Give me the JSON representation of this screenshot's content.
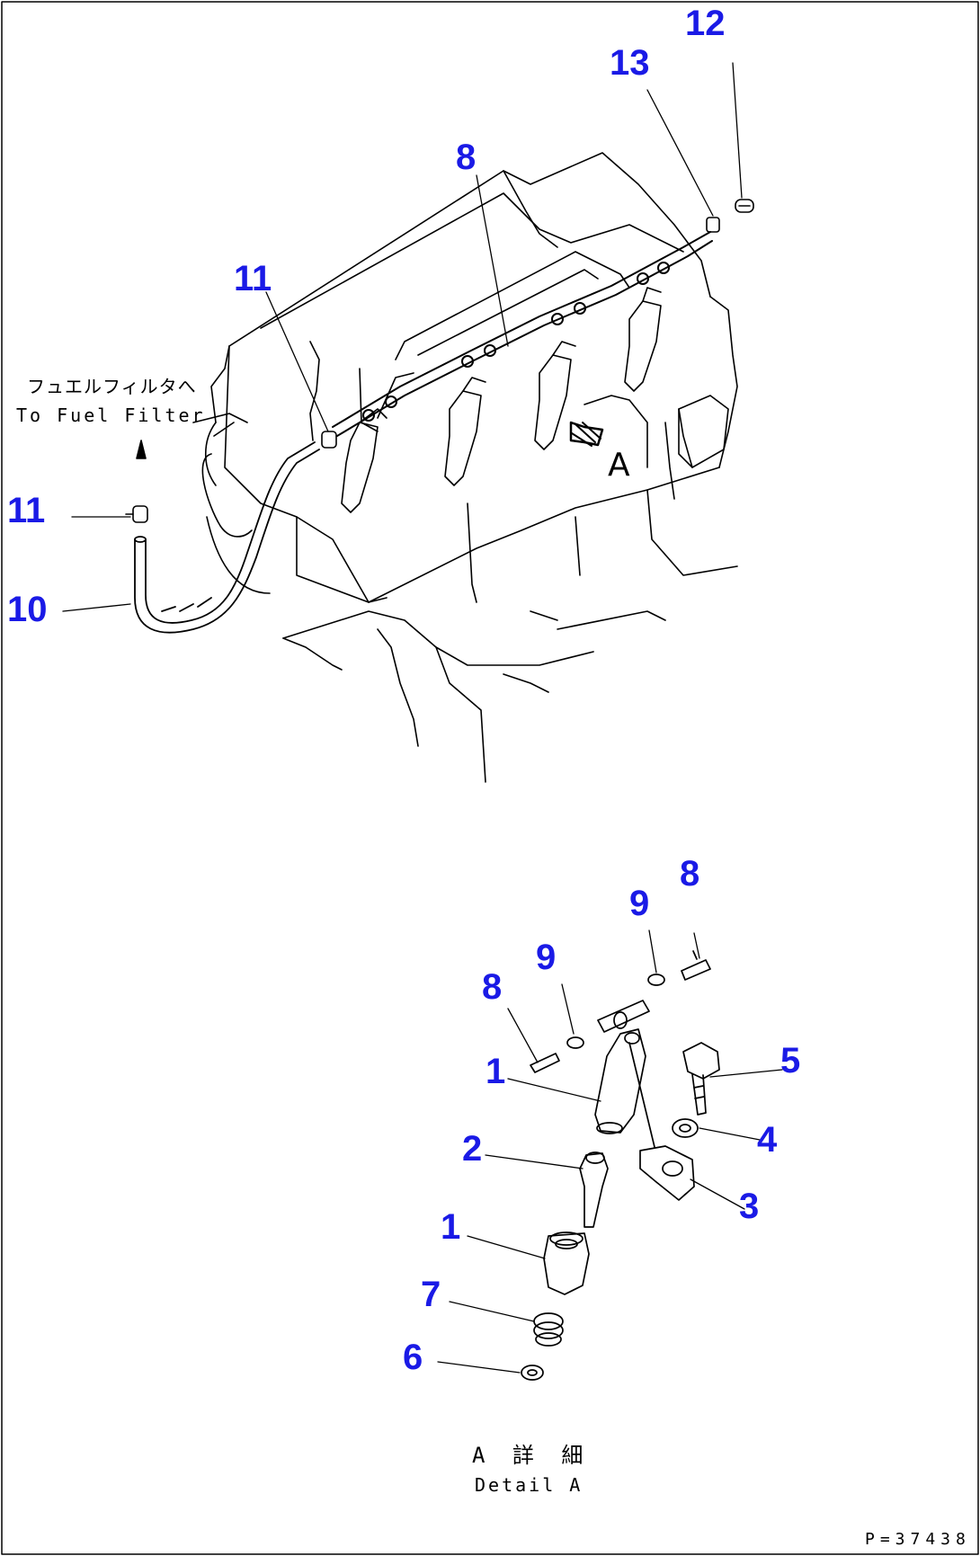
{
  "callouts_main": [
    "12",
    "13",
    "8",
    "11",
    "11",
    "10"
  ],
  "callouts_detail": [
    "8",
    "9",
    "9",
    "8",
    "5",
    "1",
    "4",
    "2",
    "3",
    "1",
    "7",
    "6"
  ],
  "view_marker": "A",
  "fuel_filter_jp": "フュエルフィルタへ",
  "fuel_filter_en": "To Fuel Filter",
  "detail_jp": "A 詳 細",
  "detail_en": "Detail A",
  "figure_code": "P=37438",
  "colors": {
    "callout": "#1a1ae6",
    "line": "#000000"
  }
}
